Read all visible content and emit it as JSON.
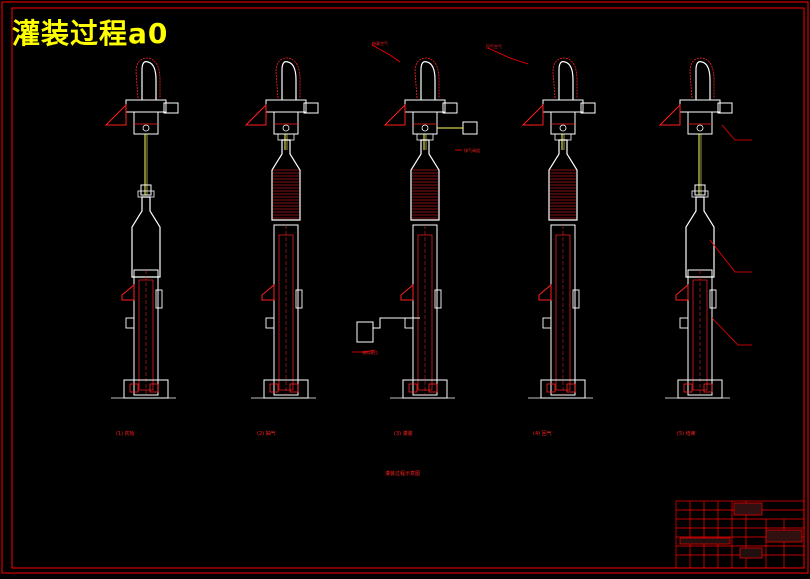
{
  "drawing": {
    "title": "灌装过程a0",
    "subtitle": "灌装过程示意图",
    "stage_captions": [
      "(1) 初始",
      "(2) 抽气",
      "(3) 灌装",
      "(4) 回气",
      "(5) 结束"
    ],
    "notes": [
      "抽真空气",
      "回气空气",
      "排气阀组",
      "液料液位"
    ],
    "colors": {
      "background": "#000000",
      "frame": "#ff0000",
      "title": "#ffff00",
      "structure": "#ffffff",
      "hatch": "#ff2020",
      "liquid": "#ffff66"
    }
  }
}
